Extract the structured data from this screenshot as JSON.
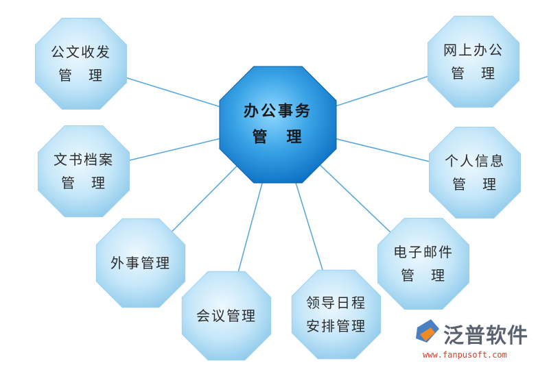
{
  "diagram": {
    "center": {
      "id": "center",
      "lines": [
        "办公事务",
        "管　理"
      ]
    },
    "nodes": [
      {
        "id": "doc-receive-send",
        "lines": [
          "公文收发",
          "管　理"
        ]
      },
      {
        "id": "archives",
        "lines": [
          "文书档案",
          "管　理"
        ]
      },
      {
        "id": "foreign-affairs",
        "lines": [
          "外事管理"
        ]
      },
      {
        "id": "meeting",
        "lines": [
          "会议管理"
        ]
      },
      {
        "id": "leader-schedule",
        "lines": [
          "领导日程",
          "安排管理"
        ]
      },
      {
        "id": "email",
        "lines": [
          "电子邮件",
          "管　理"
        ]
      },
      {
        "id": "personal-info",
        "lines": [
          "个人信息",
          "管　理"
        ]
      },
      {
        "id": "online-office",
        "lines": [
          "网上办公",
          "管　理"
        ]
      }
    ],
    "edge_color": "#5aa9dc"
  },
  "colors": {
    "node_light": "#e9f6fd",
    "node_mid": "#bfe3f7",
    "node_dark": "#8fcaeb",
    "center_light": "#7fd0ff",
    "center_dark": "#0b6fc2",
    "logo_text": "#5a6270",
    "logo_url": "#e23a2a",
    "logo_mark_blue": "#4a7fc1",
    "logo_mark_orange": "#f08a24"
  },
  "logo": {
    "name": "泛普软件",
    "url": "www.fanpusoft.com",
    "icon": "fanpu-logo-icon"
  }
}
